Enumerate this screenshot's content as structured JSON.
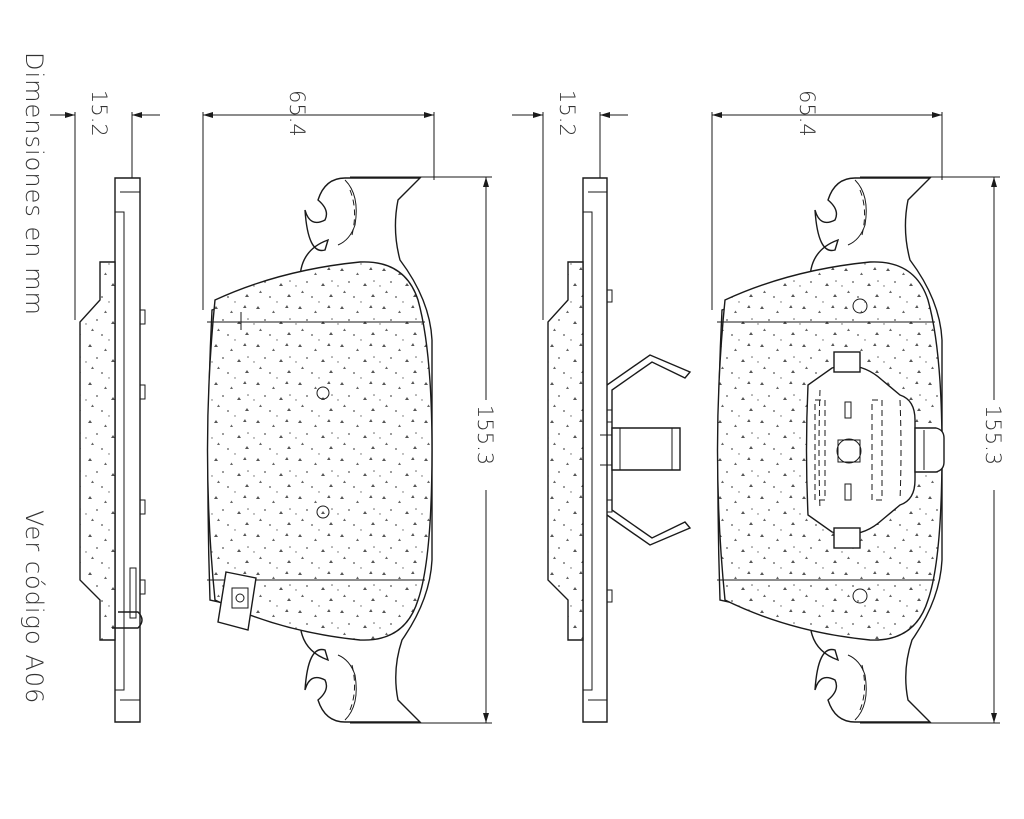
{
  "notes": {
    "units": "Dimensiones  en  mm",
    "code": "Ver  código  A06"
  },
  "dimensions": {
    "left_thickness": "15.2",
    "left_width": "65.4",
    "left_height": "155.3",
    "right_thickness": "15.2",
    "right_width": "65.4",
    "right_height": "155.3"
  },
  "colors": {
    "line": "#1a1a1a",
    "text": "#333333",
    "background": "#ffffff"
  }
}
